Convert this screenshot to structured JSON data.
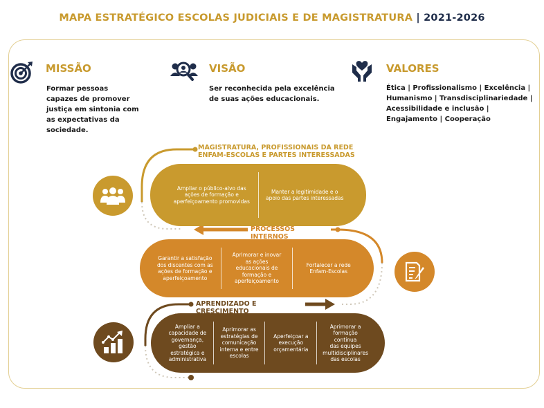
{
  "header": {
    "title_main": "MAPA ESTRATÉGICO ESCOLAS JUDICIAIS E DE MAGISTRATURA",
    "title_sep": "|",
    "title_years": "2021-2026"
  },
  "missao": {
    "title": "MISSÃO",
    "icon": "target-icon",
    "lines": [
      "Formar pessoas",
      "capazes de promover",
      "justiça em sintonia com",
      "as expectativas da",
      "sociedade."
    ]
  },
  "visao": {
    "title": "VISÃO",
    "icon": "people-search-icon",
    "lines": [
      "Ser reconhecida pela excelência",
      "de suas ações educacionais."
    ]
  },
  "valores": {
    "title": "VALORES",
    "icon": "hands-heart-icon",
    "lines": [
      "Ética | Profissionalismo | Excelência |",
      "Humanismo |  Transdisciplinariedade |",
      "Acessibilidade e inclusão |",
      "Engajamento | Cooperação"
    ]
  },
  "perspectives": {
    "stakeholders": {
      "label_lines": [
        "MAGISTRATURA, PROFISSIONAIS DA REDE",
        "ENFAM-ESCOLAS E PARTES INTERESSADAS"
      ],
      "icon": "group-icon",
      "color": "#c99a2e",
      "objectives": [
        [
          "Ampliar o público-alvo das",
          "ações de formação e",
          "aperfeiçoamento promovidas"
        ],
        [
          "Manter a legitimidade e o",
          "apoio das partes interessadas"
        ]
      ]
    },
    "processos": {
      "label": "PROCESSOS INTERNOS",
      "icon": "document-pen-icon",
      "color": "#d4882a",
      "objectives": [
        [
          "Garantir a satisfação",
          "dos discentes com as",
          "ações de formação e",
          "aperfeiçoamento"
        ],
        [
          "Aprimorar e inovar",
          "as ações",
          "educacionais de",
          "formação e",
          "aperfeiçoamento"
        ],
        [
          "Fortalecer a rede",
          "Enfam-Escolas"
        ]
      ]
    },
    "aprendizado": {
      "label": "APRENDIZADO E CRESCIMENTO",
      "icon": "growth-chart-icon",
      "color": "#6e4a1f",
      "objectives": [
        [
          "Ampliar a",
          "capacidade de",
          "governança, gestão",
          "estratégica e",
          "administrativa"
        ],
        [
          "Aprimorar as",
          "estratégias de",
          "comunicação",
          "interna e entre",
          "escolas"
        ],
        [
          "Aperfeiçoar a",
          "execução",
          "orçamentária"
        ],
        [
          "Aprimorar a",
          "formação contínua",
          "das equipes",
          "multidisciplinares",
          "das escolas"
        ]
      ]
    }
  }
}
